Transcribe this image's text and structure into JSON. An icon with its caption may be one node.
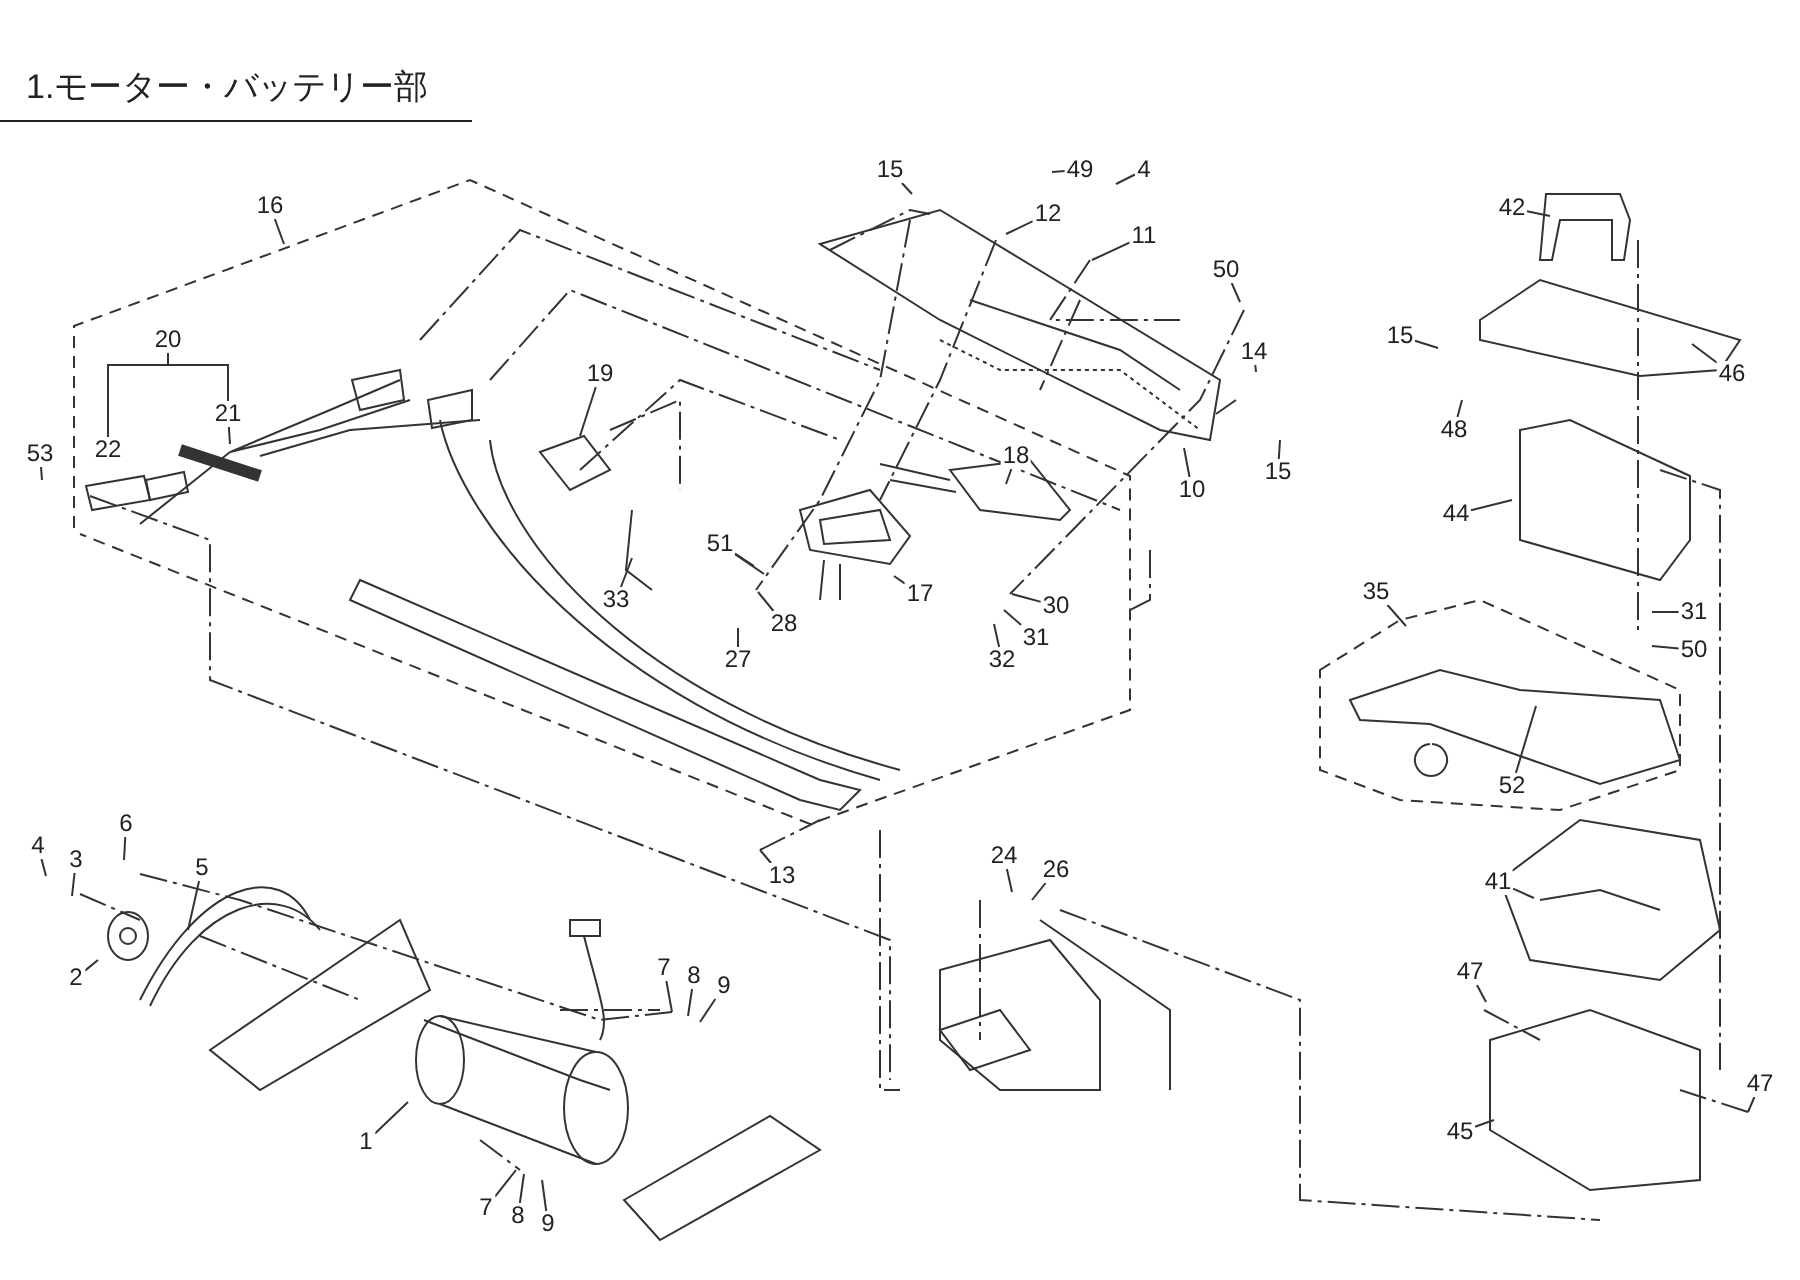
{
  "diagram": {
    "title": "1.モーター・バッテリー部",
    "nodes": [
      {
        "text": [
          "16"
        ]
      },
      {
        "text": [
          "20"
        ]
      },
      {
        "text": [
          "21"
        ]
      },
      {
        "text": [
          "22"
        ]
      },
      {
        "text": [
          "53"
        ]
      },
      {
        "text": [
          "19"
        ]
      },
      {
        "text": [
          "33"
        ]
      },
      {
        "text": [
          "51"
        ]
      },
      {
        "text": [
          "28"
        ]
      },
      {
        "text": [
          "27"
        ]
      },
      {
        "text": [
          "17"
        ]
      },
      {
        "text": [
          "18"
        ]
      },
      {
        "text": [
          "30"
        ]
      },
      {
        "text": [
          "31"
        ]
      },
      {
        "text": [
          "32"
        ]
      },
      {
        "text": [
          "13"
        ]
      },
      {
        "text": [
          "15"
        ]
      },
      {
        "text": [
          "49"
        ]
      },
      {
        "text": [
          "4"
        ]
      },
      {
        "text": [
          "12"
        ]
      },
      {
        "text": [
          "11"
        ]
      },
      {
        "text": [
          "50"
        ]
      },
      {
        "text": [
          "14"
        ]
      },
      {
        "text": [
          "15"
        ]
      },
      {
        "text": [
          "10"
        ]
      },
      {
        "text": [
          "42"
        ]
      },
      {
        "text": [
          "15"
        ]
      },
      {
        "text": [
          "48"
        ]
      },
      {
        "text": [
          "46"
        ]
      },
      {
        "text": [
          "44"
        ]
      },
      {
        "text": [
          "31"
        ]
      },
      {
        "text": [
          "50"
        ]
      },
      {
        "text": [
          "35"
        ]
      },
      {
        "text": [
          "52"
        ]
      },
      {
        "text": [
          "41"
        ]
      },
      {
        "text": [
          "47"
        ]
      },
      {
        "text": [
          "45"
        ]
      },
      {
        "text": [
          "47"
        ]
      },
      {
        "text": [
          "24"
        ]
      },
      {
        "text": [
          "26"
        ]
      },
      {
        "text": [
          "4"
        ]
      },
      {
        "text": [
          "3"
        ]
      },
      {
        "text": [
          "6"
        ]
      },
      {
        "text": [
          "5"
        ]
      },
      {
        "text": [
          "2"
        ]
      },
      {
        "text": [
          "1"
        ]
      },
      {
        "text": [
          "7"
        ]
      },
      {
        "text": [
          "8"
        ]
      },
      {
        "text": [
          "9"
        ]
      },
      {
        "text": [
          "7"
        ]
      },
      {
        "text": [
          "8"
        ]
      },
      {
        "text": [
          "9"
        ]
      }
    ],
    "edges": [
      {
        "from": 1,
        "to": 3,
        "arrow": "none"
      },
      {
        "from": 1,
        "to": 2,
        "arrow": "none"
      },
      {
        "from": 0,
        "to": null,
        "arrow": "none"
      },
      {
        "from": 2,
        "to": null,
        "arrow": "none"
      },
      {
        "from": 4,
        "to": null,
        "arrow": "none"
      },
      {
        "from": 5,
        "to": null,
        "arrow": "none"
      },
      {
        "from": 6,
        "to": null,
        "arrow": "none"
      },
      {
        "from": 7,
        "to": null,
        "arrow": "none"
      },
      {
        "from": 7,
        "to": null,
        "arrow": "none"
      },
      {
        "from": 8,
        "to": null,
        "arrow": "none"
      },
      {
        "from": 9,
        "to": null,
        "arrow": "none"
      },
      {
        "from": 10,
        "to": null,
        "arrow": "none"
      },
      {
        "from": 11,
        "to": null,
        "arrow": "none"
      },
      {
        "from": 12,
        "to": null,
        "arrow": "none"
      },
      {
        "from": 13,
        "to": null,
        "arrow": "none"
      },
      {
        "from": 14,
        "to": null,
        "arrow": "none"
      },
      {
        "from": 15,
        "to": null,
        "arrow": "none"
      },
      {
        "from": 16,
        "to": null,
        "arrow": "none"
      },
      {
        "from": 17,
        "to": null,
        "arrow": "none"
      },
      {
        "from": 18,
        "to": null,
        "arrow": "none"
      },
      {
        "from": 19,
        "to": null,
        "arrow": "none"
      },
      {
        "from": 20,
        "to": null,
        "arrow": "none"
      },
      {
        "from": 21,
        "to": null,
        "arrow": "none"
      },
      {
        "from": 22,
        "to": null,
        "arrow": "none"
      },
      {
        "from": 23,
        "to": null,
        "arrow": "none"
      },
      {
        "from": 24,
        "to": null,
        "arrow": "none"
      },
      {
        "from": 25,
        "to": null,
        "arrow": "none"
      },
      {
        "from": 26,
        "to": null,
        "arrow": "none"
      },
      {
        "from": 27,
        "to": null,
        "arrow": "none"
      },
      {
        "from": 28,
        "to": null,
        "arrow": "none"
      },
      {
        "from": 29,
        "to": null,
        "arrow": "none"
      },
      {
        "from": 30,
        "to": null,
        "arrow": "none"
      },
      {
        "from": 31,
        "to": null,
        "arrow": "none"
      },
      {
        "from": 32,
        "to": null,
        "arrow": "none"
      },
      {
        "from": 33,
        "to": null,
        "arrow": "none"
      },
      {
        "from": 34,
        "to": null,
        "arrow": "none"
      },
      {
        "from": 35,
        "to": null,
        "arrow": "none"
      },
      {
        "from": 36,
        "to": null,
        "arrow": "none"
      },
      {
        "from": 37,
        "to": null,
        "arrow": "none"
      },
      {
        "from": 38,
        "to": null,
        "arrow": "none"
      },
      {
        "from": 39,
        "to": null,
        "arrow": "none"
      },
      {
        "from": 40,
        "to": null,
        "arrow": "none"
      },
      {
        "from": 41,
        "to": null,
        "arrow": "none"
      },
      {
        "from": 42,
        "to": null,
        "arrow": "none"
      },
      {
        "from": 43,
        "to": null,
        "arrow": "none"
      },
      {
        "from": 44,
        "to": null,
        "arrow": "none"
      },
      {
        "from": 45,
        "to": null,
        "arrow": "none"
      },
      {
        "from": 46,
        "to": null,
        "arrow": "none"
      },
      {
        "from": 47,
        "to": null,
        "arrow": "none"
      },
      {
        "from": 48,
        "to": null,
        "arrow": "none"
      },
      {
        "from": 49,
        "to": null,
        "arrow": "none"
      },
      {
        "from": 50,
        "to": null,
        "arrow": "none"
      },
      {
        "from": 51,
        "to": null,
        "arrow": "none"
      }
    ]
  }
}
